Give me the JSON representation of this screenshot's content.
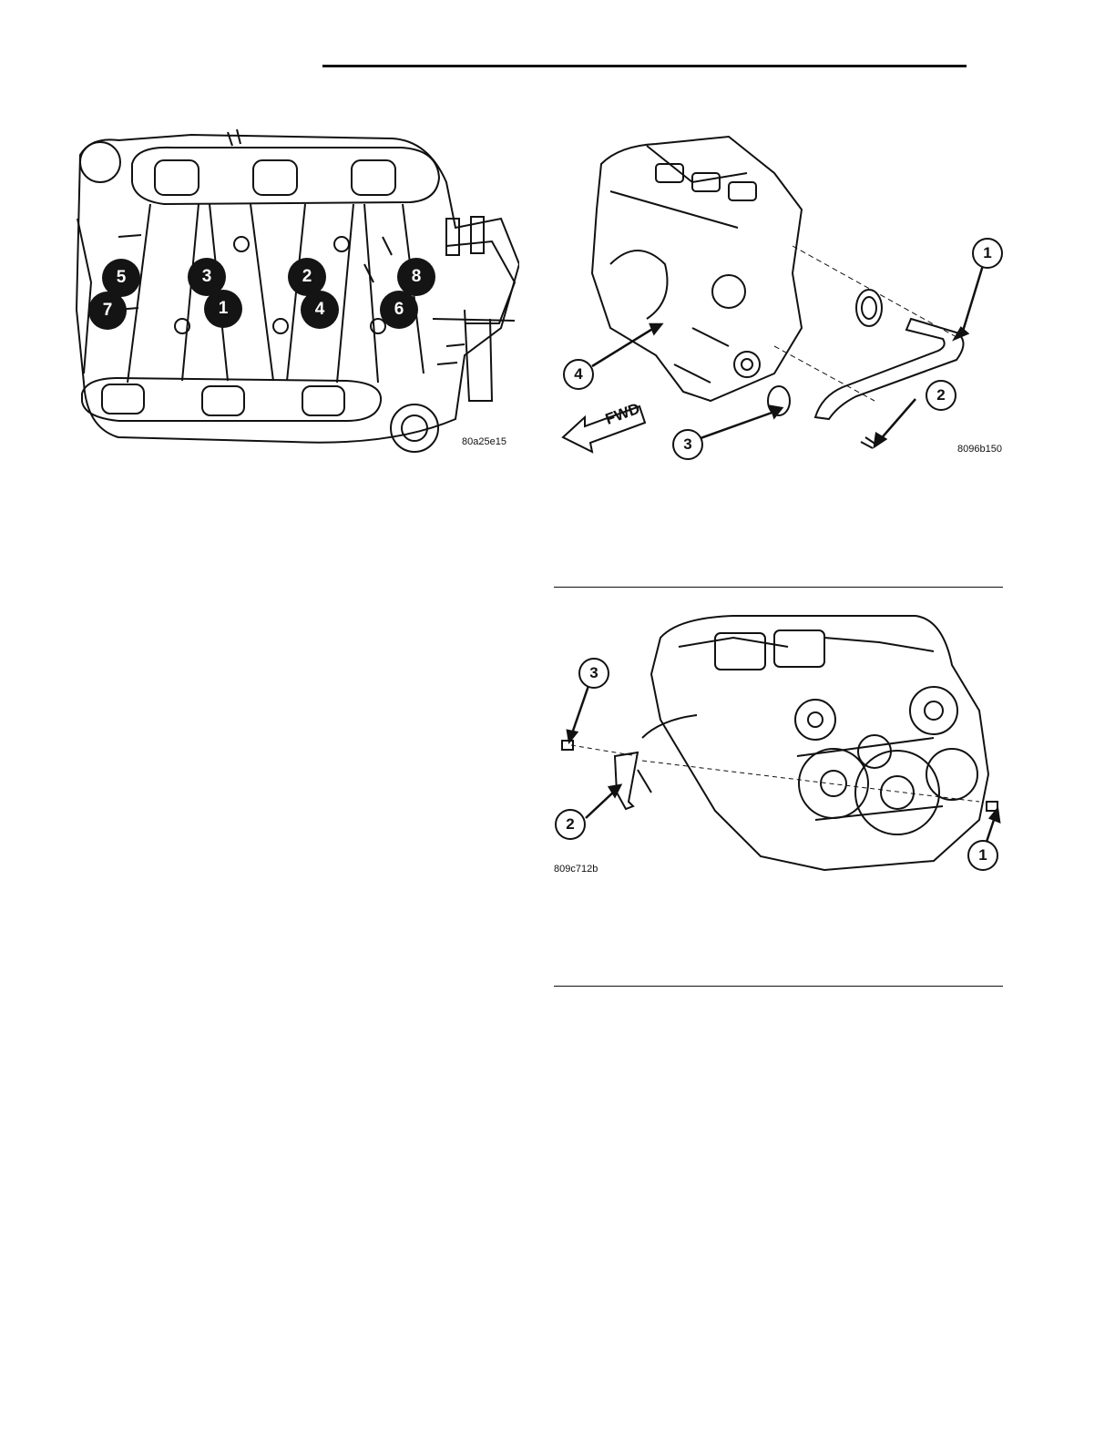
{
  "figures": {
    "intake_manifold": {
      "image_code": "80a25e15",
      "callouts": [
        "5",
        "3",
        "2",
        "8",
        "7",
        "1",
        "4",
        "6"
      ]
    },
    "crossover_pipe": {
      "image_code": "8096b150",
      "callouts": [
        "1",
        "2",
        "3",
        "4"
      ],
      "direction_label": "FWD"
    },
    "support_bracket": {
      "image_code": "809c712b",
      "callouts": [
        "3",
        "2",
        "1"
      ]
    }
  }
}
